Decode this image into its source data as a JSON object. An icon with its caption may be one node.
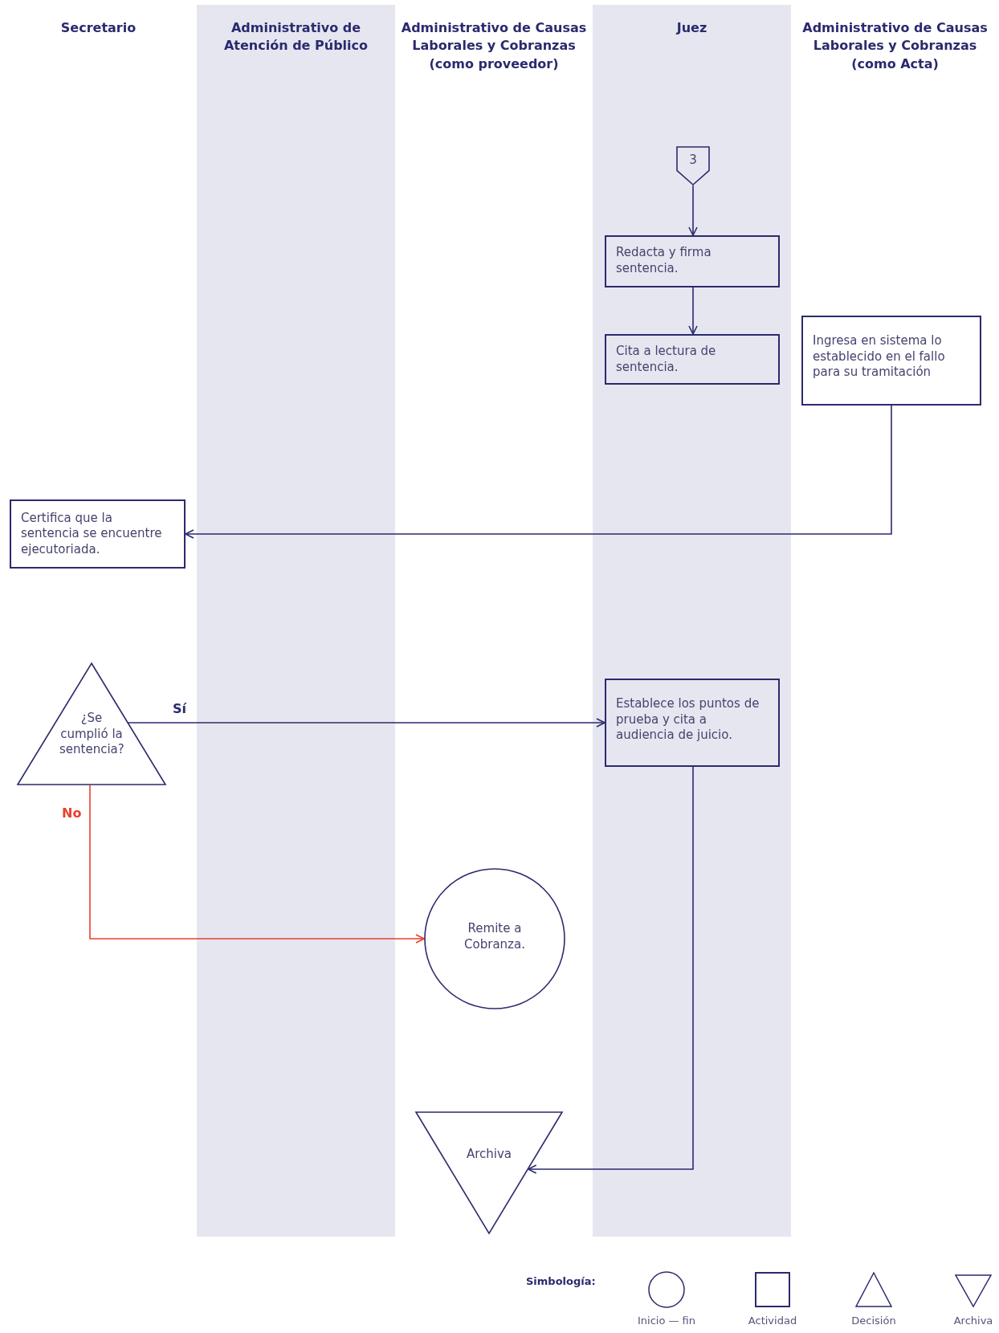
{
  "diagram": {
    "nodes": [
      {
        "text": [
          "3"
        ]
      },
      {
        "text": [
          "Redacta y firma sentencia."
        ]
      },
      {
        "text": [
          "Cita a lectura de sentencia."
        ]
      },
      {
        "text": [
          "Ingresa en sistema lo establecido en el fallo para su tramitación"
        ]
      },
      {
        "text": [
          "Certifica que la sentencia se encuentre ejecutoriada."
        ]
      },
      {
        "text": [
          "¿Se cumplió la sentencia?"
        ]
      },
      {
        "text": [
          "Establece los puntos de prueba y cita a audiencia de juicio."
        ]
      },
      {
        "text": [
          "Remite a Cobranza."
        ]
      },
      {
        "text": [
          "Archiva"
        ]
      }
    ],
    "edges": [
      {
        "from": 0,
        "to": 1,
        "arrow": "to"
      },
      {
        "from": 1,
        "to": 2,
        "arrow": "to"
      },
      {
        "from": 3,
        "to": 4,
        "arrow": "to"
      },
      {
        "from": 5,
        "to": 6,
        "arrow": "to",
        "label": "Sí"
      },
      {
        "from": 5,
        "to": 7,
        "arrow": "to",
        "label": "No",
        "color": "#e8412c"
      },
      {
        "from": 6,
        "to": 8,
        "arrow": "to"
      }
    ],
    "labels": [
      "Secretario",
      "Administrativo de Atención de Público",
      "Administrativo de Causas Laborales y Cobranzas (como proveedor)",
      "Juez",
      "Administrativo de Causas Laborales y Cobranzas (como Acta)",
      "Simbología:"
    ],
    "legend": [
      {
        "text": "Inicio — fin"
      },
      {
        "text": "Actividad"
      },
      {
        "text": "Decisión"
      },
      {
        "text": "Archiva"
      }
    ]
  }
}
